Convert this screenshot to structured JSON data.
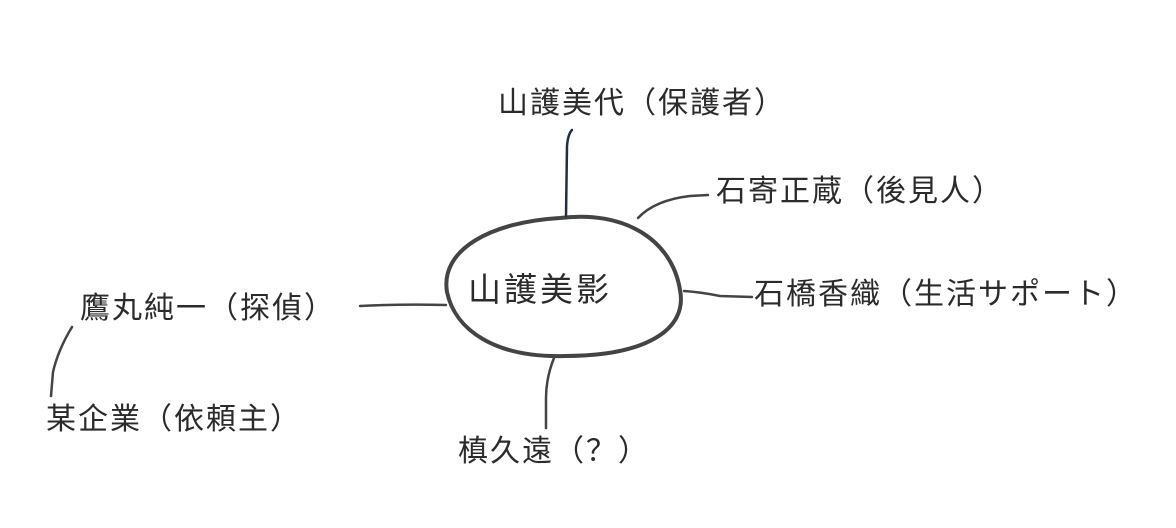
{
  "center": {
    "text": "山護美影"
  },
  "nodes": {
    "guardian": {
      "text": "山護美代（保護者）"
    },
    "trustee": {
      "text": "石寄正蔵（後見人）"
    },
    "support": {
      "text": "石橋香織（生活サポート）"
    },
    "unknown": {
      "text": "槙久遠（？）"
    },
    "detective": {
      "text": "鷹丸純一（探偵）"
    },
    "client": {
      "text": "某企業（依頼主）"
    }
  },
  "colors": {
    "stroke": "#444444",
    "ink": "#2b2b2b",
    "accent_line": "#1f2f44"
  }
}
